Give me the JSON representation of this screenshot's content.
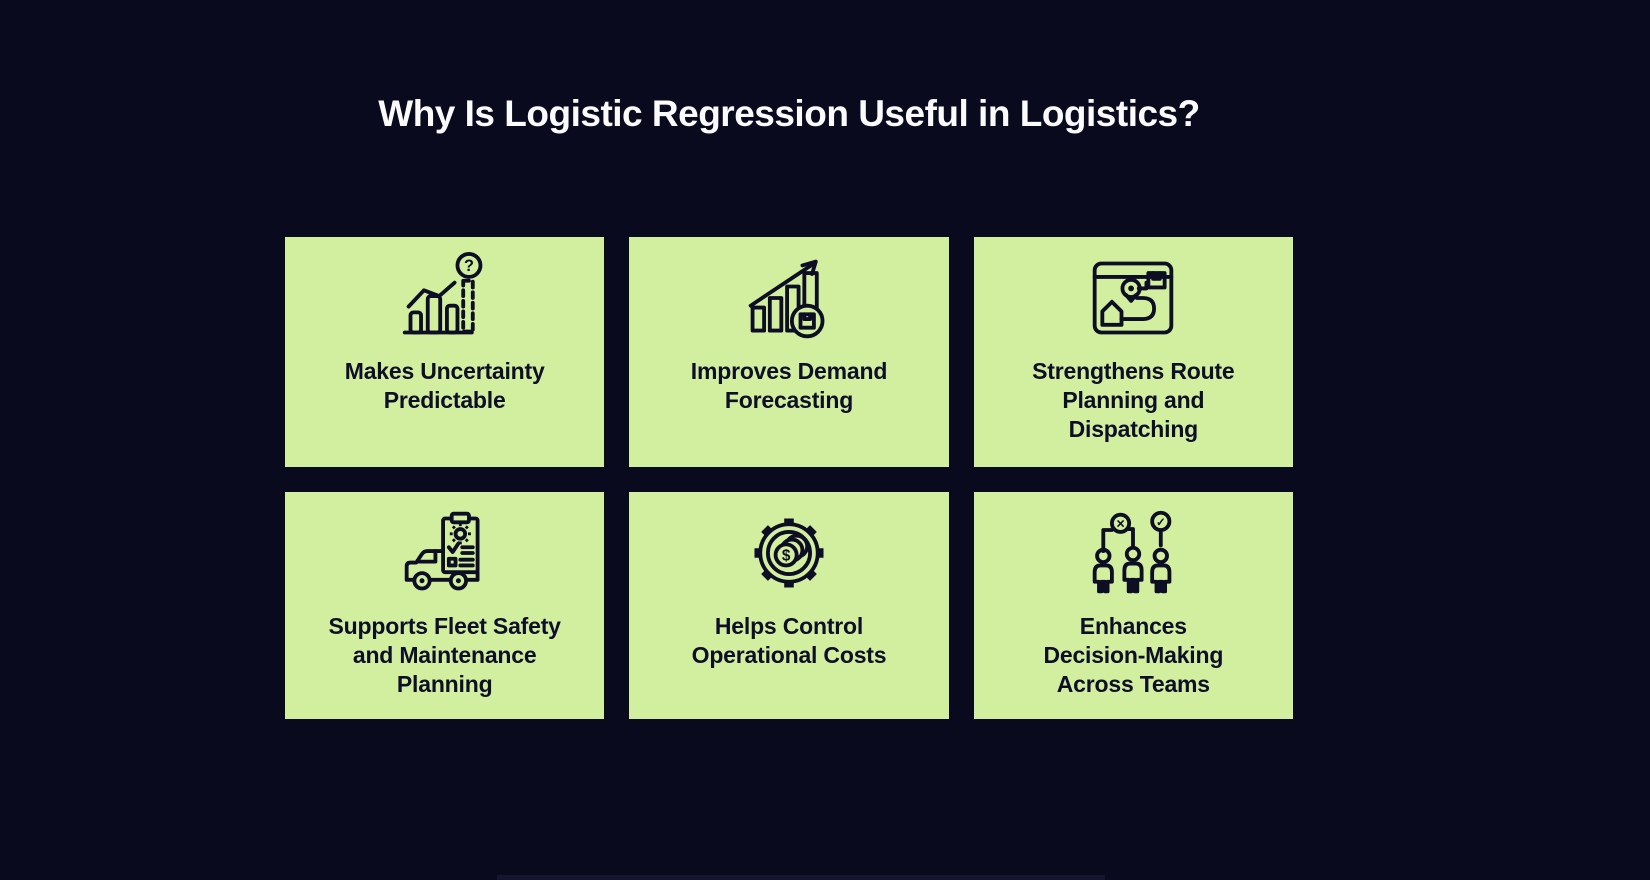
{
  "page": {
    "title": "Why Is Logistic Regression Useful in Logistics?",
    "background_color": "#0a0a1f",
    "card_color": "#d1ef9e",
    "title_color": "#fbfbfd",
    "card_text_color": "#0e0e28"
  },
  "cards": [
    {
      "icon": "uncertainty-chart-icon",
      "label": "Makes Uncertainty\nPredictable"
    },
    {
      "icon": "demand-forecast-icon",
      "label": "Improves Demand\nForecasting"
    },
    {
      "icon": "route-planning-icon",
      "label": "Strengthens Route\nPlanning and\nDispatching"
    },
    {
      "icon": "fleet-maintenance-icon",
      "label": "Supports Fleet Safety\nand Maintenance\nPlanning"
    },
    {
      "icon": "operational-costs-icon",
      "label": "Helps Control\nOperational Costs"
    },
    {
      "icon": "team-decision-icon",
      "label": "Enhances\nDecision-Making\nAcross Teams"
    }
  ],
  "icon_glyphs": {
    "question_mark": "?",
    "dollar_sign": "$",
    "x_mark": "×",
    "check_mark": "✓"
  }
}
